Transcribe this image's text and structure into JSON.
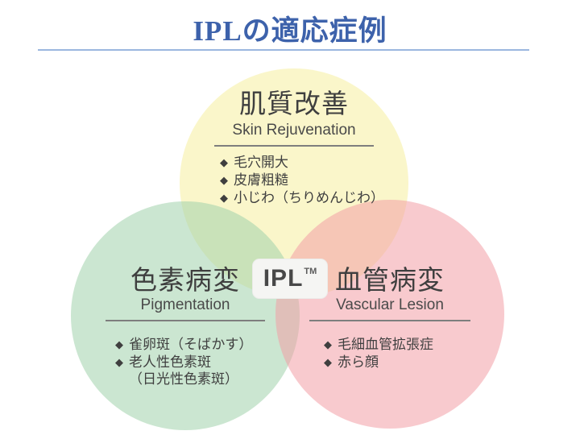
{
  "title": "IPLの適応症例",
  "badge": {
    "label": "IPL",
    "mark": "TM"
  },
  "bullet_glyph": "◆",
  "circles": [
    {
      "id": "skin-rejuvenation",
      "fill": "#f9f5c9",
      "title_ja": "肌質改善",
      "title_en": "Skin Rejuvenation",
      "items": [
        "毛穴開大",
        "皮膚粗糙",
        "小じわ（ちりめんじわ）"
      ]
    },
    {
      "id": "pigmentation",
      "fill": "#cde6d2",
      "title_ja": "色素病変",
      "title_en": "Pigmentation",
      "items": [
        "雀卵斑（そばかす）",
        "老人性色素斑\n（日光性色素斑）"
      ]
    },
    {
      "id": "vascular-lesion",
      "fill": "#f8cbce",
      "title_ja": "血管病変",
      "title_en": "Vascular Lesion",
      "items": [
        "毛細血管拡張症",
        "赤ら顔"
      ]
    }
  ],
  "colors": {
    "title_text": "#3d62ab",
    "title_divider": "#9bb7df",
    "heading_text": "#3f3f3f",
    "section_underline": "#7e7e7e",
    "badge_background": "#f5f5f3"
  }
}
